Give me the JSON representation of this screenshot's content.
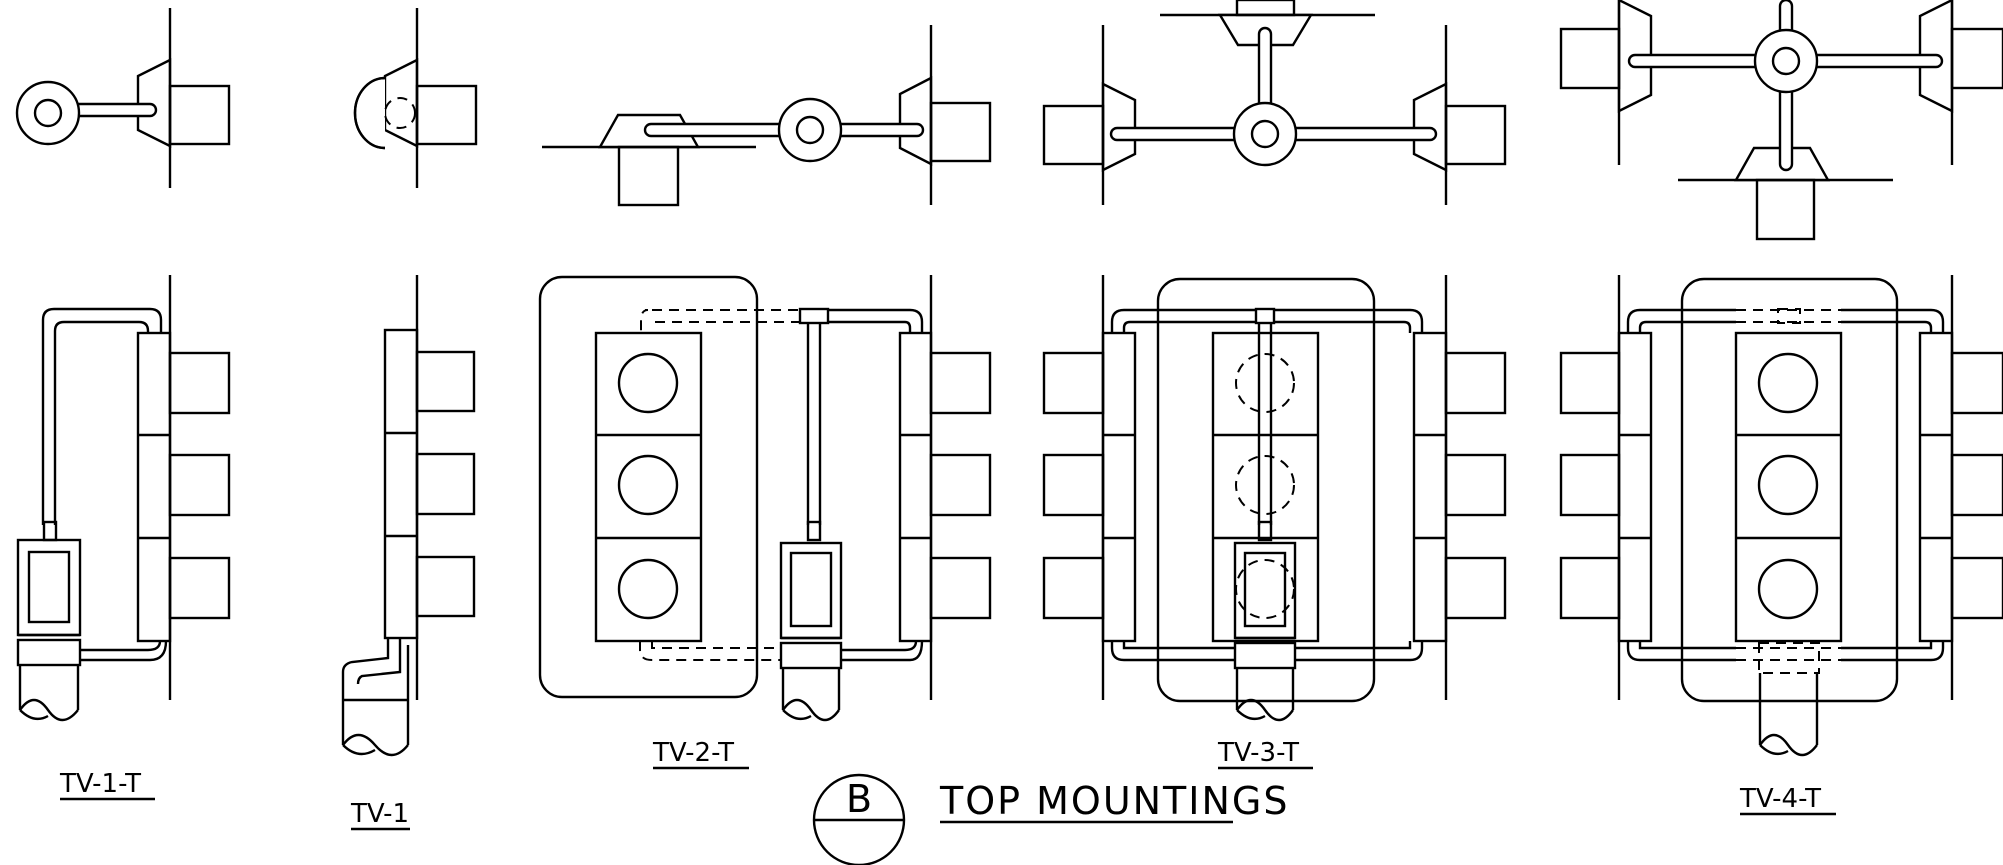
{
  "labels": {
    "tv1t": "TV-1-T",
    "tv1": "TV-1",
    "tv2t": "TV-2-T",
    "tv3t": "TV-3-T",
    "tv4t": "TV-4-T"
  },
  "title": {
    "bubble_letter": "B",
    "text": "TOP MOUNTINGS"
  }
}
